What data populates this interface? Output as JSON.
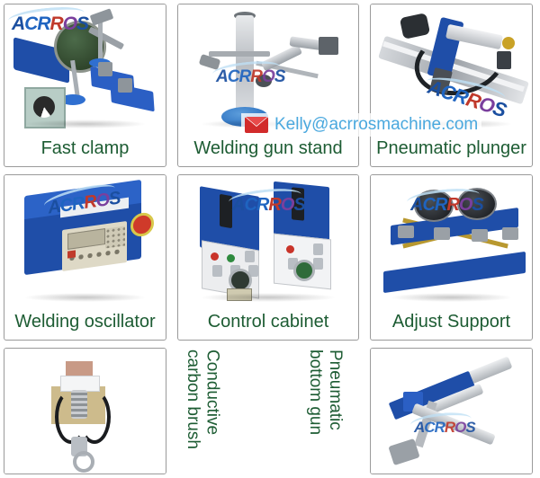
{
  "brand": {
    "watermark_text": "ACRROS",
    "watermark_letters": [
      "A",
      "C",
      "R",
      "R",
      "O",
      "S"
    ]
  },
  "contact": {
    "email": "Kelly@acrrosmachine.com",
    "email_icon": "envelope-icon",
    "email_color": "#4aa8de",
    "icon_color": "#d22b2b"
  },
  "theme": {
    "label_color": "#1d5c33",
    "card_border": "#9a9a9a",
    "background": "#ffffff",
    "product_blue": "#1f4ea8"
  },
  "products": [
    {
      "id": "fast-clamp",
      "label": "Fast clamp",
      "orientation": "horizontal"
    },
    {
      "id": "welding-gun-stand",
      "label": "Welding gun stand",
      "orientation": "horizontal"
    },
    {
      "id": "pneumatic-plunger",
      "label": "Pneumatic plunger",
      "orientation": "horizontal"
    },
    {
      "id": "welding-oscillator",
      "label": "Welding oscillator",
      "orientation": "horizontal"
    },
    {
      "id": "control-cabinet",
      "label": "Control cabinet",
      "orientation": "horizontal"
    },
    {
      "id": "adjust-support",
      "label": "Adjust Support",
      "orientation": "horizontal"
    },
    {
      "id": "conductive-carbon-brush",
      "label": "Conductive\ncarbon brush",
      "orientation": "vertical"
    },
    {
      "id": "pneumatic-bottom-gun",
      "label": "Pneumatic\nbottom gun",
      "orientation": "vertical"
    }
  ]
}
